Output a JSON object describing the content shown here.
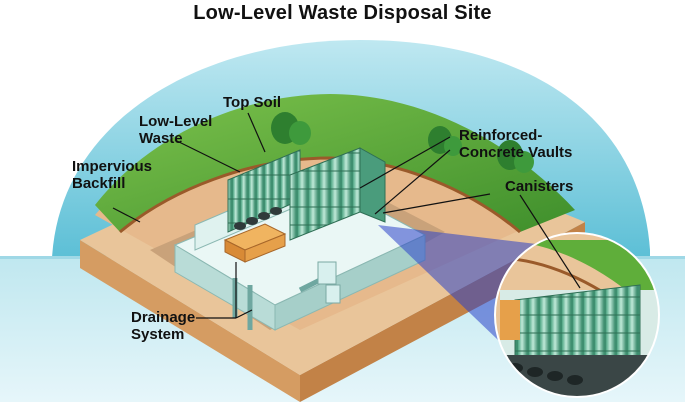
{
  "title": "Low-Level Waste Disposal Site",
  "labels": {
    "top_soil": "Top Soil",
    "low_level_waste": "Low-Level\nWaste",
    "impervious_backfill": "Impervious\nBackfill",
    "reinforced_concrete_vaults": "Reinforced-\nConcrete Vaults",
    "canisters": "Canisters",
    "drainage_system": "Drainage\nSystem"
  },
  "colors": {
    "sky": "#7fcfe0",
    "grass": "#5fae3a",
    "soil": "#e2b88a",
    "vault": "#d8f0ee",
    "canister": "#7fc7a8",
    "callout_beam": "#2b43c9"
  }
}
